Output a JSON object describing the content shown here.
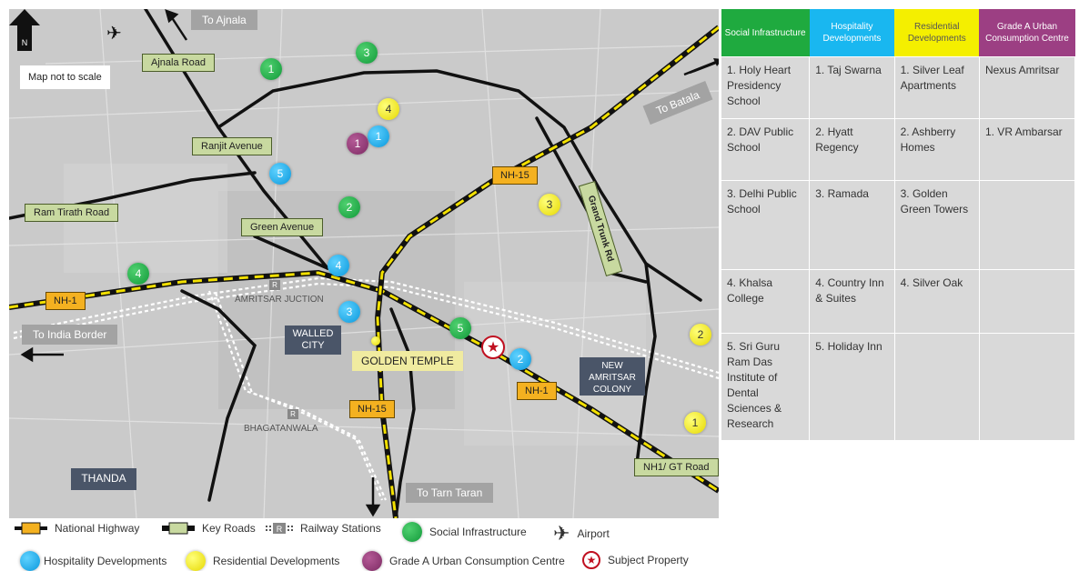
{
  "map": {
    "note": "Map not to scale",
    "north_letter": "N",
    "roads": {
      "ajnala_road": "Ajnala Road",
      "ranjit_avenue": "Ranjit Avenue",
      "ram_tirath_road": "Ram Tirath Road",
      "green_avenue": "Green Avenue",
      "grand_trunk_rd": "Grand Trunk Rd",
      "nh1_gt_road": "NH1/ GT Road"
    },
    "highways": {
      "nh15_north": "NH-15",
      "nh1_west": "NH-1",
      "nh1_east": "NH-1",
      "nh15_south": "NH-15"
    },
    "directions": {
      "to_ajnala": "To Ajnala",
      "to_batala": "To Batala",
      "to_india_border": "To India Border",
      "to_tarn_taran": "To Tarn Taran"
    },
    "areas": {
      "walled_city": "WALLED CITY",
      "new_amritsar_colony": "NEW AMRITSAR COLONY",
      "thanda": "THANDA",
      "golden_temple": "GOLDEN TEMPLE"
    },
    "stations": {
      "amritsar_junction": "AMRITSAR JUCTION",
      "bhagatanwala": "BHAGATANWALA",
      "marker": "R"
    },
    "markers": {
      "social": [
        "1",
        "2",
        "3",
        "4",
        "5"
      ],
      "hospitality": [
        "1",
        "2",
        "3",
        "4",
        "5"
      ],
      "residential": [
        "1",
        "2",
        "3",
        "4"
      ],
      "gradea": [
        "1"
      ]
    }
  },
  "table": {
    "headers": [
      "Social Infrastructure",
      "Hospitality Developments",
      "Residential Developments",
      "Grade A Urban Consumption Centre"
    ],
    "rows": [
      [
        "1. Holy Heart Presidency School",
        "1. Taj Swarna",
        "1. Silver Leaf Apartments",
        "Nexus Amritsar"
      ],
      [
        "2. DAV Public School",
        "2. Hyatt Regency",
        "2. Ashberry Homes",
        "1. VR Ambarsar"
      ],
      [
        "3. Delhi Public School",
        "3. Ramada",
        "3. Golden Green Towers",
        ""
      ],
      [
        "4. Khalsa College",
        "4. Country Inn & Suites",
        "4. Silver Oak",
        ""
      ],
      [
        "5. Sri Guru Ram Das Institute of Dental Sciences & Research",
        "5. Holiday Inn",
        "",
        ""
      ]
    ]
  },
  "legend": {
    "national_highway": "National Highway",
    "key_roads": "Key Roads",
    "railway_stations": "Railway Stations",
    "social_infrastructure": "Social Infrastructure",
    "airport": "Airport",
    "hospitality_developments": "Hospitality Developments",
    "residential_developments": "Residential Developments",
    "gradea_centre": "Grade A Urban Consumption Centre",
    "subject_property": "Subject Property"
  },
  "colors": {
    "social": "#1faa3f",
    "hospitality": "#19b7f0",
    "residential": "#f4ef00",
    "gradea": "#9c3f83",
    "national_highway": "#f4b120",
    "key_road": "#c8d9a0",
    "subject": "#c01020"
  }
}
